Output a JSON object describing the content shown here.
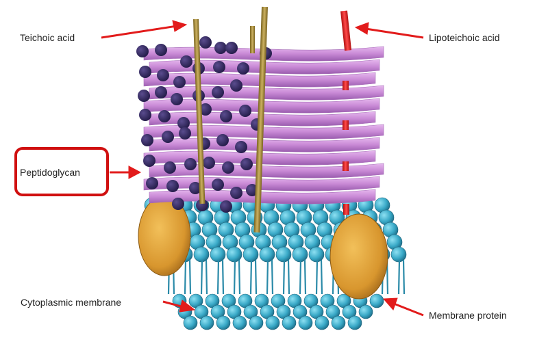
{
  "labels": {
    "teichoic_acid": "Teichoic acid",
    "lipoteichoic_acid": "Lipoteichoic acid",
    "peptidoglycan": "Peptidoglycan",
    "cytoplasmic_membrane": "Cytoplasmic membrane",
    "membrane_protein": "Membrane protein"
  },
  "colors": {
    "arrow": "#e21b1b",
    "highlight_box": "#d01010",
    "peptidoglycan_strand": "#c98ad6",
    "peptidoglycan_end": "#2f2559",
    "teichoic_rod": "#a89040",
    "lipoteichoic_rod": "#e02a2a",
    "membrane_head": "#3aaac8",
    "membrane_tail": "#2a8aa8",
    "membrane_protein": "#d8962e"
  }
}
